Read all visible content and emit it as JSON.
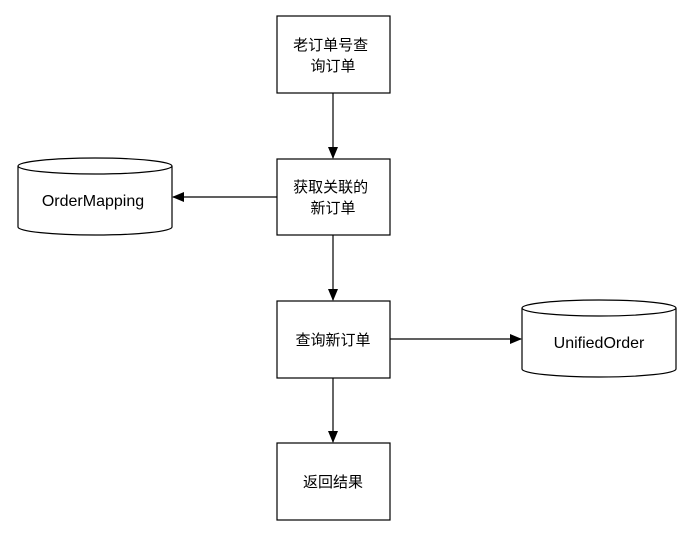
{
  "diagram": {
    "nodes": {
      "query_old": {
        "lines": [
          "老订单号查",
          "询订单"
        ]
      },
      "get_new": {
        "lines": [
          "获取关联的",
          "新订单"
        ]
      },
      "query_new": {
        "lines": [
          "查询新订单"
        ]
      },
      "return_result": {
        "lines": [
          "返回结果"
        ]
      }
    },
    "databases": {
      "order_mapping": {
        "label": "OrderMapping"
      },
      "unified_order": {
        "label": "UnifiedOrder"
      }
    },
    "colors": {
      "stroke": "#000000",
      "fill": "#ffffff",
      "text": "#000000"
    }
  }
}
